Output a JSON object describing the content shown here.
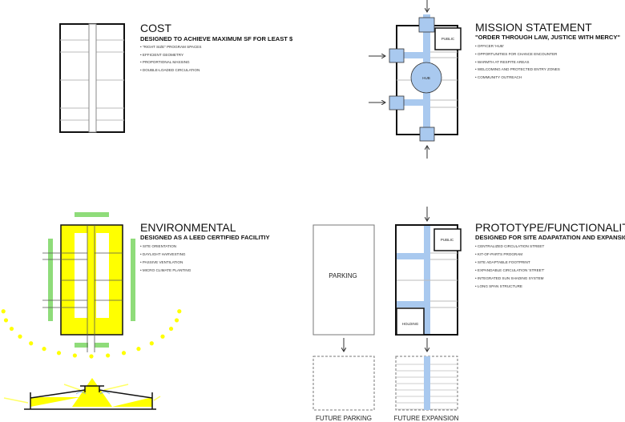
{
  "colors": {
    "circulation": "#a9c9ef",
    "circulation_dark": "#6f9fd6",
    "environment_yellow": "#ffff00",
    "planting_green": "#8fdc7a"
  },
  "cost": {
    "title": "COST",
    "subtitle": "DESIGNED TO ACHIEVE MAXIMUM SF FOR LEAST $",
    "bullets": [
      "\"RIGHT SIZE\" PROGRAM SPACES",
      "EFFICIENT GEOMETRY",
      "PROPORTIONAL MASSING",
      "DOUBLE-LOADED CIRCULATION"
    ]
  },
  "mission": {
    "title": "MISSION STATEMENT",
    "subtitle": "\"ORDER THROUGH LAW, JUSTICE WITH MERCY\"",
    "bullets": [
      "OFFICER 'HUB'",
      "OPPORTUNITIES FOR CHANCE ENCOUNTER",
      "WARMTH AT RESPITE AREAS",
      "WELCOMING AND PROTECTED ENTRY ZONES",
      "COMMUNITY OUTREACH"
    ],
    "public_label": "PUBLIC",
    "hub_label": "HUB"
  },
  "environmental": {
    "title": "ENVIRONMENTAL",
    "subtitle": "DESIGNED AS A LEED CERTIFIED FACILITIY",
    "bullets": [
      "SITE ORIENTATION",
      "DAYLIGHT HARVESTING",
      "PASSIVE VENTILATION",
      "MICRO CLIMATE PLANTING"
    ]
  },
  "prototype": {
    "title": "PROTOTYPE/FUNCTIONALITY",
    "subtitle": "DESIGNED FOR SITE ADAPATATION AND EXPANSION",
    "bullets": [
      "CENTRALIZED CIRCULATION STREET",
      "KIT-OF-PARTS PROGRAM",
      "SITE ADAPTABLE FOOTPRINT",
      "EXPANDABLE CIRCULATION 'STREET'",
      "INTEGRATED SUN SHADING SYSTEM",
      "LONG SPAN STRUCTURE"
    ],
    "parking_label": "PARKING",
    "public_label": "PUBLIC",
    "holding_label": "HOLDING",
    "future_parking_label": "FUTURE PARKING",
    "future_expansion_label": "FUTURE EXPANSION"
  }
}
